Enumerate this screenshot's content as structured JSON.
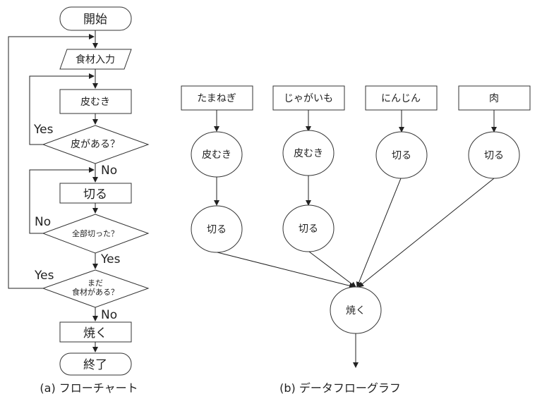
{
  "flowchart": {
    "caption": "(a) フローチャート",
    "nodes": {
      "start": "開始",
      "input": "食材入力",
      "peel": "皮むき",
      "has_skin": "皮がある？",
      "cut": "切る",
      "all_cut": "全部切った？",
      "more_line1": "まだ",
      "more_line2": "食材がある？",
      "bake": "焼く",
      "end": "終了"
    },
    "edge_labels": {
      "has_skin_yes": "Yes",
      "has_skin_no": "No",
      "all_cut_no": "No",
      "all_cut_yes": "Yes",
      "more_yes": "Yes",
      "more_no": "No"
    }
  },
  "dataflow": {
    "caption": "(b) データフローグラフ",
    "inputs": [
      "たまねぎ",
      "じゃがいも",
      "にんじん",
      "肉"
    ],
    "row1": [
      "皮むき",
      "皮むき",
      "切る",
      "切る"
    ],
    "row2": [
      "切る",
      "切る"
    ],
    "sink": "焼く"
  }
}
